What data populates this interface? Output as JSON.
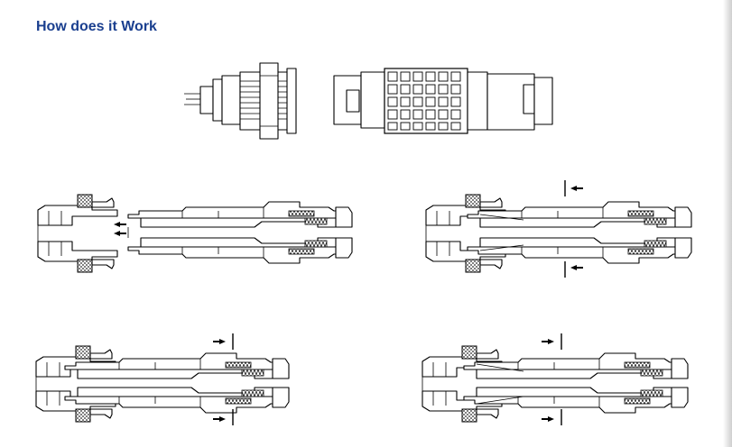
{
  "page": {
    "title": "How does it Work"
  },
  "colors": {
    "title": "#1a3f8f",
    "line": "#000000",
    "background": "#ffffff"
  },
  "illustrations": [
    {
      "name": "receptacle-and-plug-overview"
    },
    {
      "name": "step-1-plug-approaching-receptacle"
    },
    {
      "name": "step-2-latch-engaging"
    },
    {
      "name": "step-3-push-to-lock"
    },
    {
      "name": "step-4-pull-sleeve-to-release"
    }
  ],
  "icons": [
    "double-arrow-left-icon",
    "arrow-left-icon",
    "arrow-right-icon"
  ]
}
